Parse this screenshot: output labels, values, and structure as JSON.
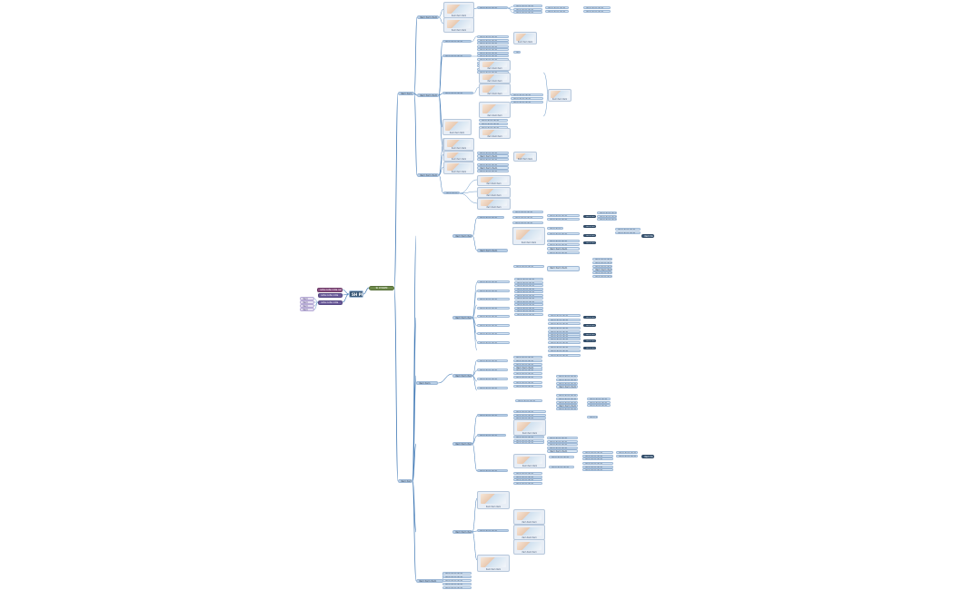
{
  "colors": {
    "line": "#3f78b5",
    "node": "#d7e5f3",
    "node_dark": "#3a5978",
    "center": "#6e8a4a"
  },
  "center_topic": "SI CHARM",
  "root": "SH PRA",
  "left_notes": [
    "item",
    "item",
    "item",
    "item"
  ],
  "left_tags": [
    "note note note note",
    "note note note",
    "note note note"
  ],
  "branches": [
    "item item",
    "item item",
    "item item"
  ],
  "placeholder": "item item item"
}
